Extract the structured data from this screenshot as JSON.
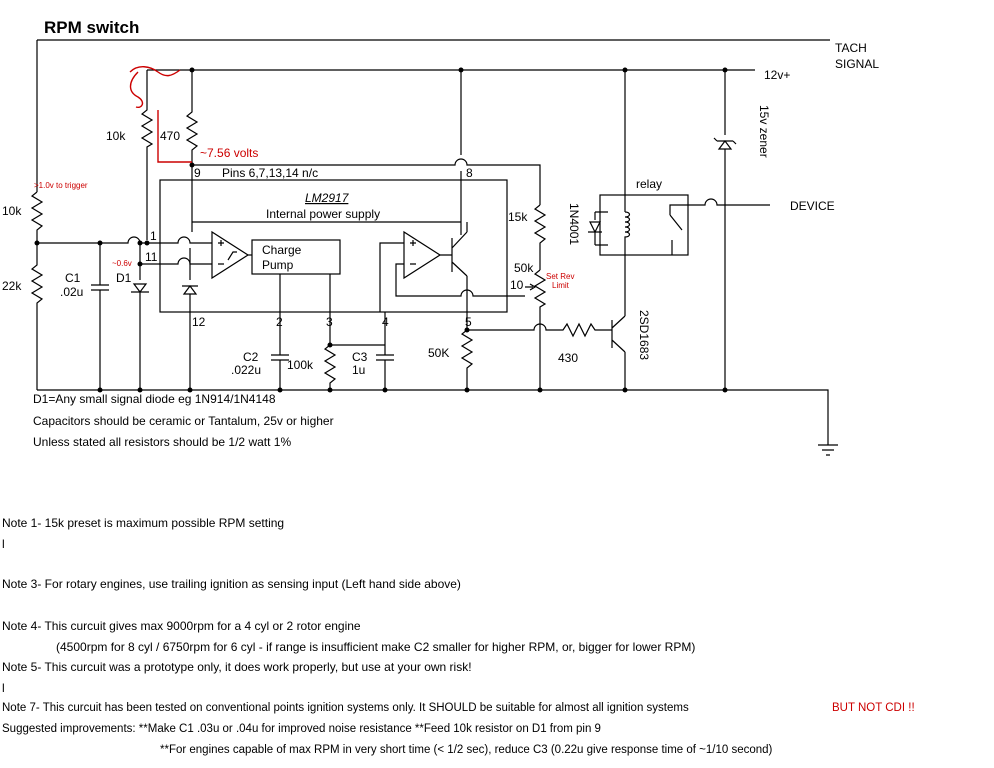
{
  "title": "RPM switch",
  "labels": {
    "tach": "TACH",
    "signal": "SIGNAL",
    "supply": "12v+",
    "zener": "15v zener",
    "device": "DEVICE",
    "relay": "relay",
    "diode_1n4001": "1N4001",
    "transistor": "2SD1683",
    "r10k_top": "10k",
    "r470": "470",
    "volts": "~7.56 volts",
    "trigger": ">1.0v to trigger",
    "r10k_left": "10k",
    "r22k": "22k",
    "c1": "C1",
    "c1_val": ".02u",
    "d1": "D1",
    "d1_v": "~0.6v",
    "pin1": "1",
    "pin11": "11",
    "pin9": "9",
    "pin8": "8",
    "pin12": "12",
    "pin2": "2",
    "pin3": "3",
    "pin4": "4",
    "pin5": "5",
    "pin10": "10",
    "pins_nc": "Pins 6,7,13,14 n/c",
    "ic": "LM2917",
    "ips": "Internal power supply",
    "charge": "Charge",
    "pump": "Pump",
    "r15k": "15k",
    "r50k_pot": "50k",
    "set_rev": "Set Rev",
    "limit": "Limit",
    "r50k": "50K",
    "r430": "430",
    "c2": "C2",
    "c2_val": ".022u",
    "r100k": "100k",
    "c3": "C3",
    "c3_val": "1u"
  },
  "specs": [
    "D1=Any small signal diode eg 1N914/1N4148",
    "Capacitors should be ceramic or Tantalum, 25v or higher",
    "Unless stated all resistors should be 1/2 watt 1%"
  ],
  "notes": {
    "n1": "Note 1- 15k preset is maximum possible RPM setting",
    "bar1": "l",
    "n3": "Note 3- For rotary engines, use trailing ignition as sensing input (Left hand side above)",
    "n4": "Note 4- This curcuit gives max 9000rpm for a 4 cyl or 2 rotor engine",
    "n4b": "(4500rpm for 8 cyl / 6750rpm for 6 cyl - if range is insufficient make C2 smaller for higher RPM, or, bigger for lower RPM)",
    "n5": "Note 5- This curcuit was a prototype only, it does work properly, but use at your own risk!",
    "bar2": "l",
    "n7": "Note 7- This curcuit has been tested on conventional points ignition systems only. It SHOULD be suitable for almost all ignition systems",
    "n7red": "BUT NOT CDI !!",
    "imp1": "Suggested improvements: **Make C1 .03u or .04u for improved noise resistance **Feed 10k resistor on D1 from pin 9",
    "imp2": "**For engines capable of max RPM in very short time (< 1/2 sec), reduce C3 (0.22u give response time of ~1/10 second)"
  }
}
